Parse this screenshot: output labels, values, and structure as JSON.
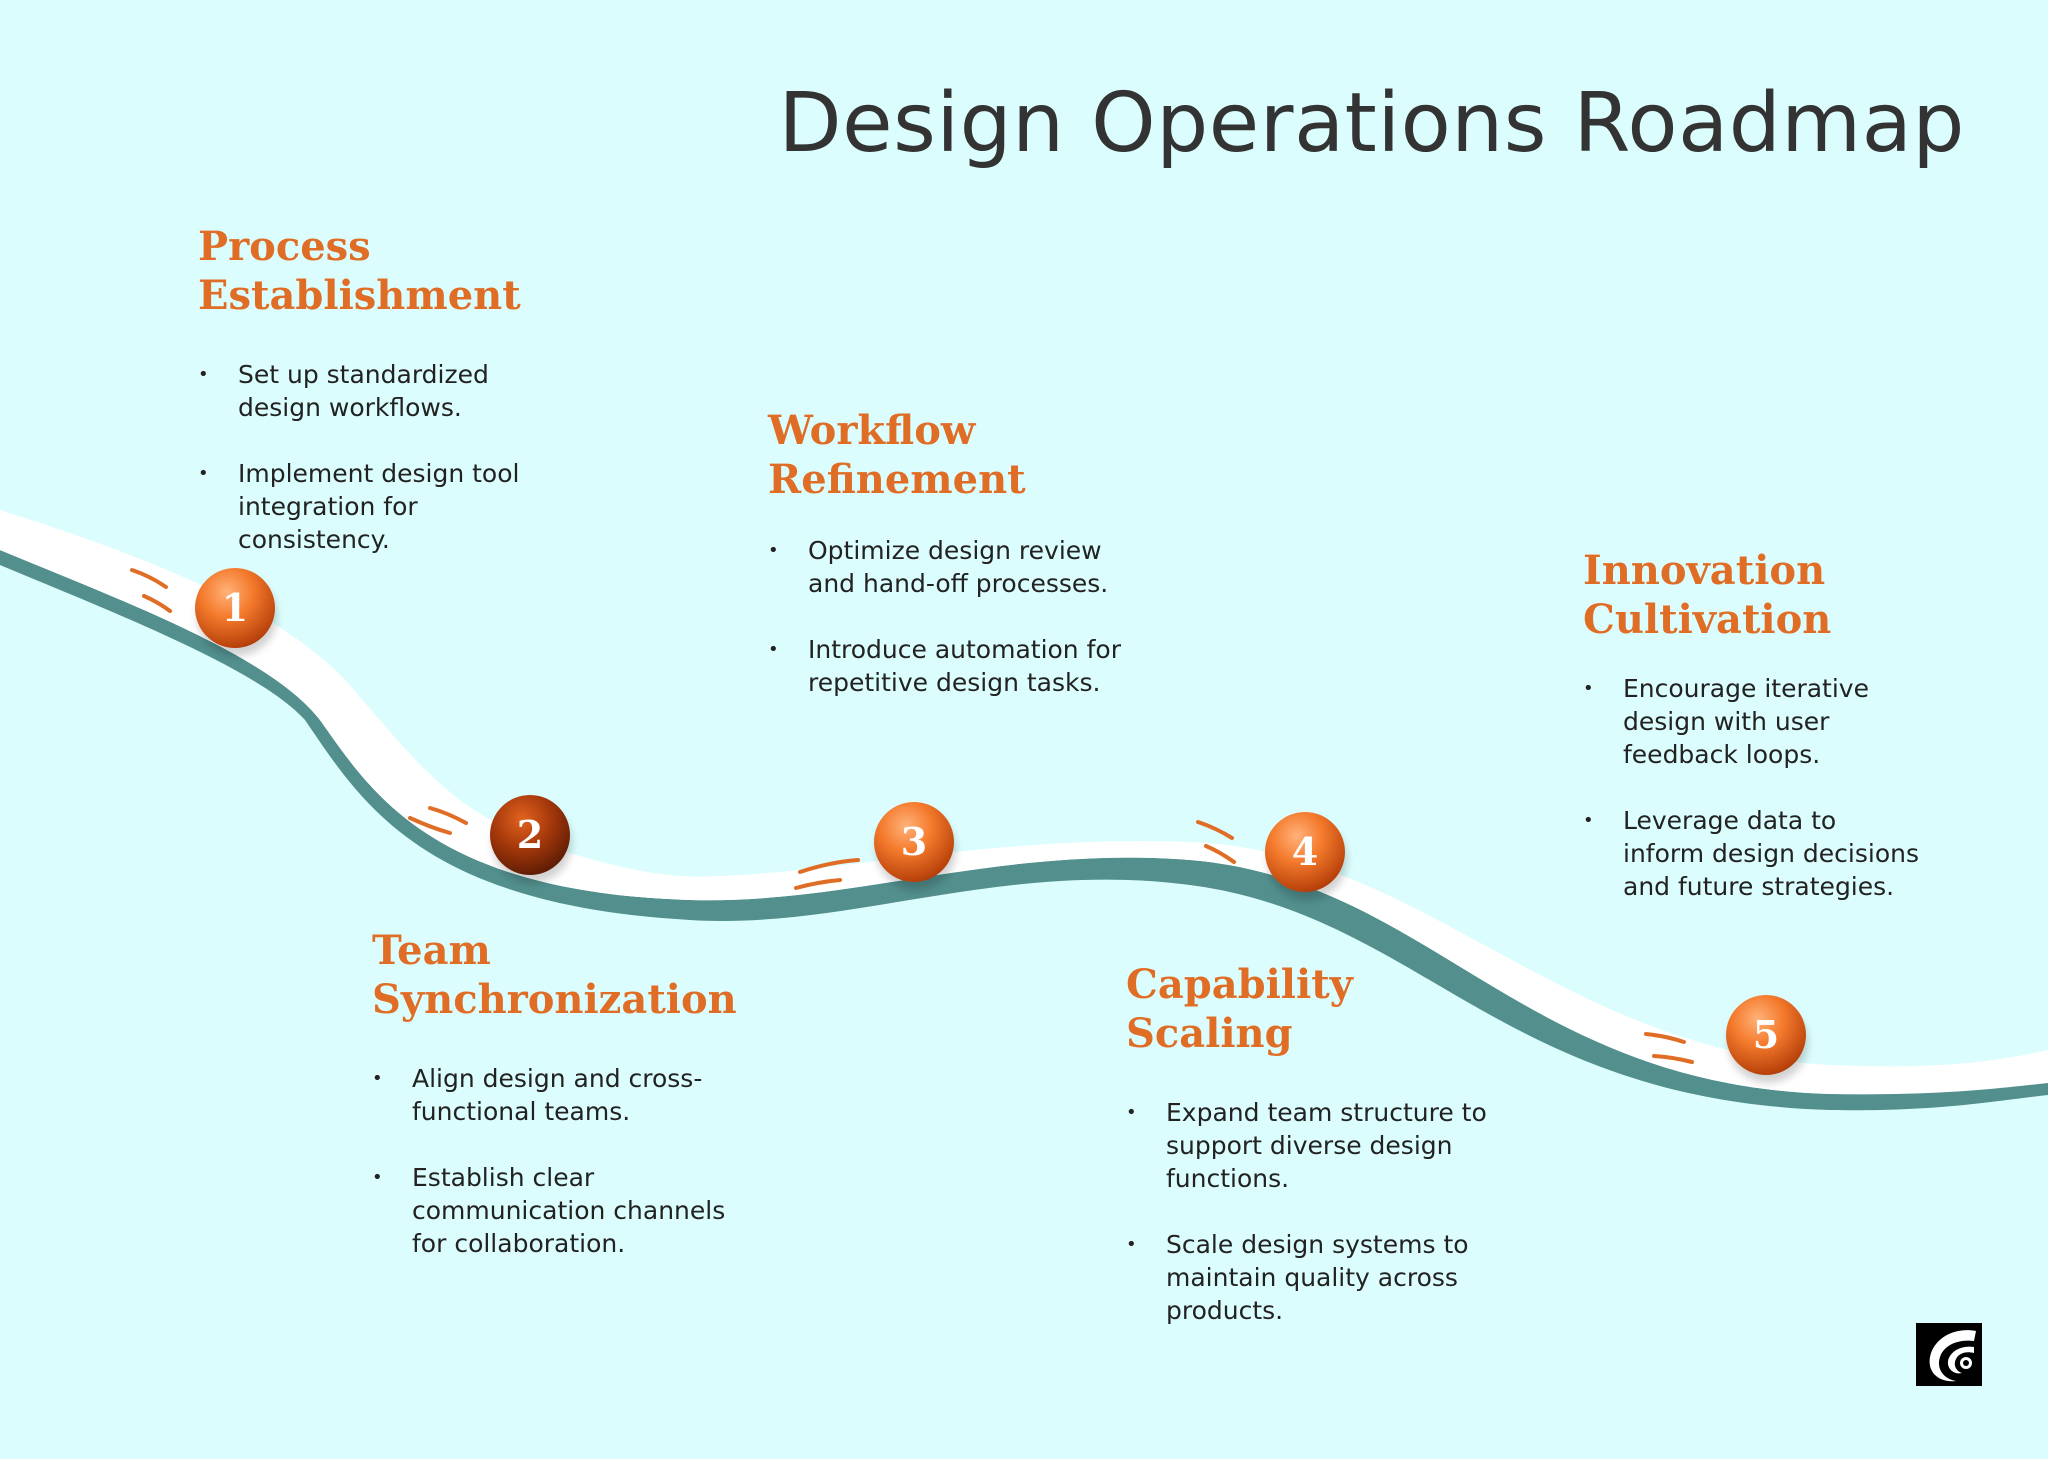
{
  "title": "Design Operations Roadmap",
  "colors": {
    "background": "#dcfdfd",
    "heading": "#e06d25",
    "road": "#ffffff",
    "road_edge": "#528f8d",
    "title": "#333333"
  },
  "stages": [
    {
      "number": "1",
      "title_line1": "Process",
      "title_line2": "Establishment",
      "bullets": [
        "Set up standardized design workflows.",
        "Implement design tool integration for consistency."
      ]
    },
    {
      "number": "2",
      "title_line1": "Team",
      "title_line2": "Synchronization",
      "bullets": [
        "Align design and cross-functional teams.",
        "Establish clear communication channels for collaboration."
      ]
    },
    {
      "number": "3",
      "title_line1": "Workflow",
      "title_line2": "Refinement",
      "bullets": [
        "Optimize design review and hand-off processes.",
        "Introduce automation for repetitive design tasks."
      ]
    },
    {
      "number": "4",
      "title_line1": "Capability",
      "title_line2": "Scaling",
      "bullets": [
        "Expand team structure to support diverse design functions.",
        "Scale design systems to maintain quality across products."
      ]
    },
    {
      "number": "5",
      "title_line1": "Innovation",
      "title_line2": "Cultivation",
      "bullets": [
        "Encourage iterative design with user feedback loops.",
        "Leverage data to inform design decisions and future strategies."
      ]
    }
  ],
  "logo_icon": "swirl-logo-icon"
}
